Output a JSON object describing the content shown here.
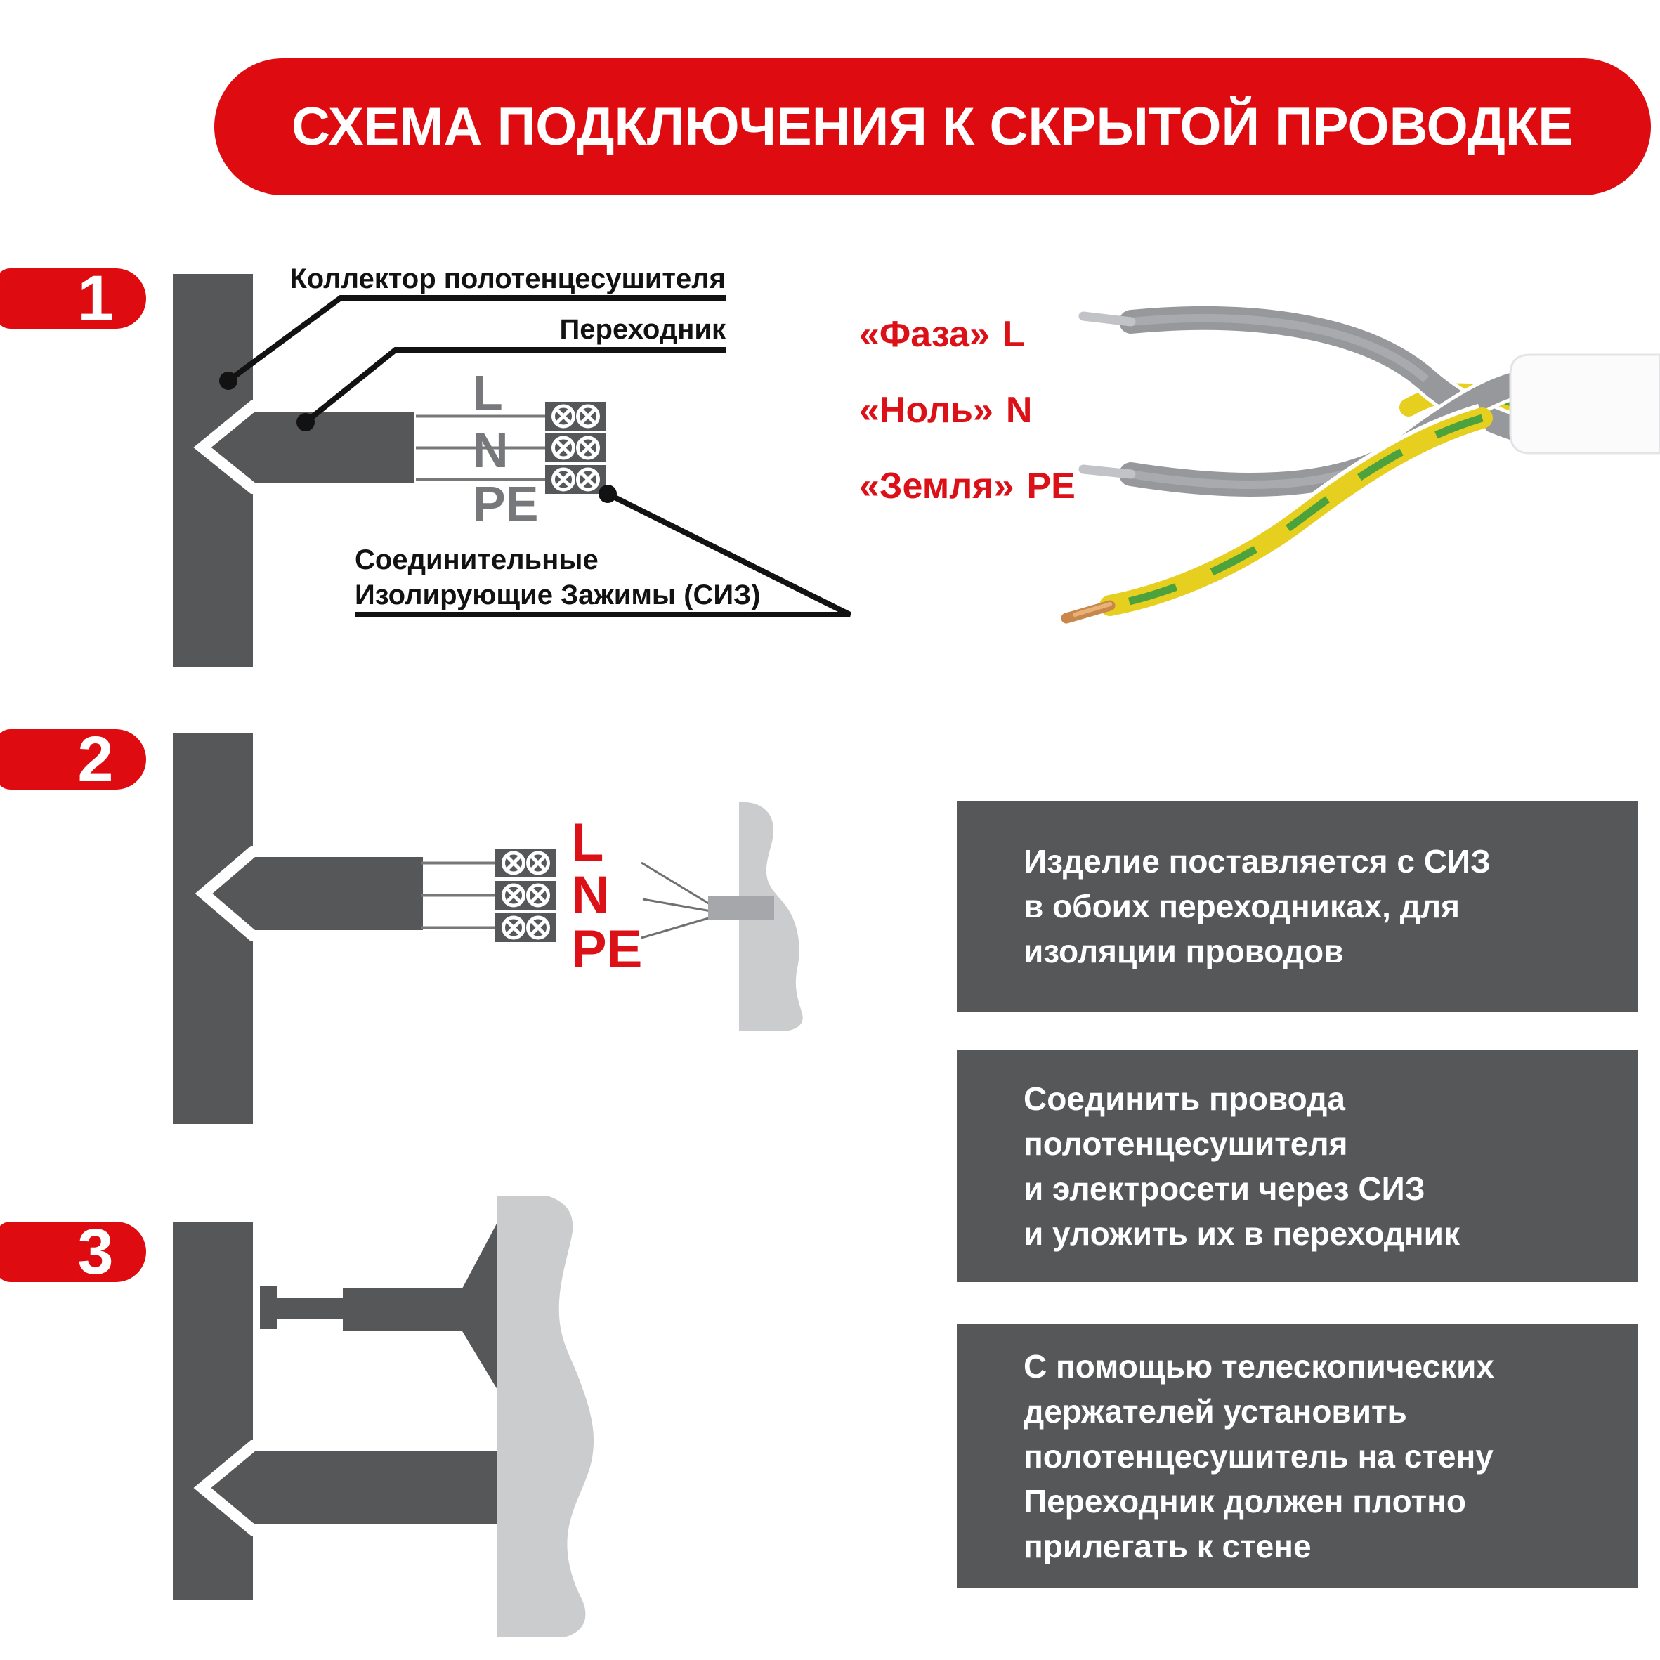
{
  "title": "СХЕМА ПОДКЛЮЧЕНИЯ К СКРЫТОЙ ПРОВОДКЕ",
  "colors": {
    "banner_red": "#de0b10",
    "label_red": "#dc1117",
    "dark_gray": "#565759",
    "wall_gray": "#cbcccd",
    "insert_gray": "#a5a7aa",
    "terminal_letter_gray": "#77787b",
    "earth_wire_yellow": "#e6cf1f",
    "earth_wire_green": "#4ca23c",
    "copper": "#c9874b"
  },
  "step1": {
    "number": "1",
    "callout_collector": "Коллектор полотенцесушителя",
    "callout_adapter": "Переходник",
    "callout_siz_line1": "Соединительные",
    "callout_siz_line2": "Изолирующие Зажимы (СИЗ)",
    "terminal_l": "L",
    "terminal_n": "N",
    "terminal_pe": "PE"
  },
  "wire_legend": [
    {
      "name": "«Фаза»",
      "code": "L"
    },
    {
      "name": "«Ноль»",
      "code": "N"
    },
    {
      "name": "«Земля»",
      "code": "PE"
    }
  ],
  "step2": {
    "number": "2",
    "terminal_l": "L",
    "terminal_n": "N",
    "terminal_pe": "PE"
  },
  "step3": {
    "number": "3"
  },
  "notes": [
    {
      "lines": [
        "Изделие поставляется с СИЗ",
        "в обоих переходниках, для",
        "изоляции проводов"
      ]
    },
    {
      "lines": [
        "Соединить провода",
        "полотенцесушителя",
        "и электросети через СИЗ",
        "и уложить их в переходник"
      ]
    },
    {
      "lines": [
        "С помощью телескопических",
        "держателей установить",
        "полотенцесушитель на стену",
        "Переходник должен плотно",
        "прилегать к стене"
      ]
    }
  ]
}
